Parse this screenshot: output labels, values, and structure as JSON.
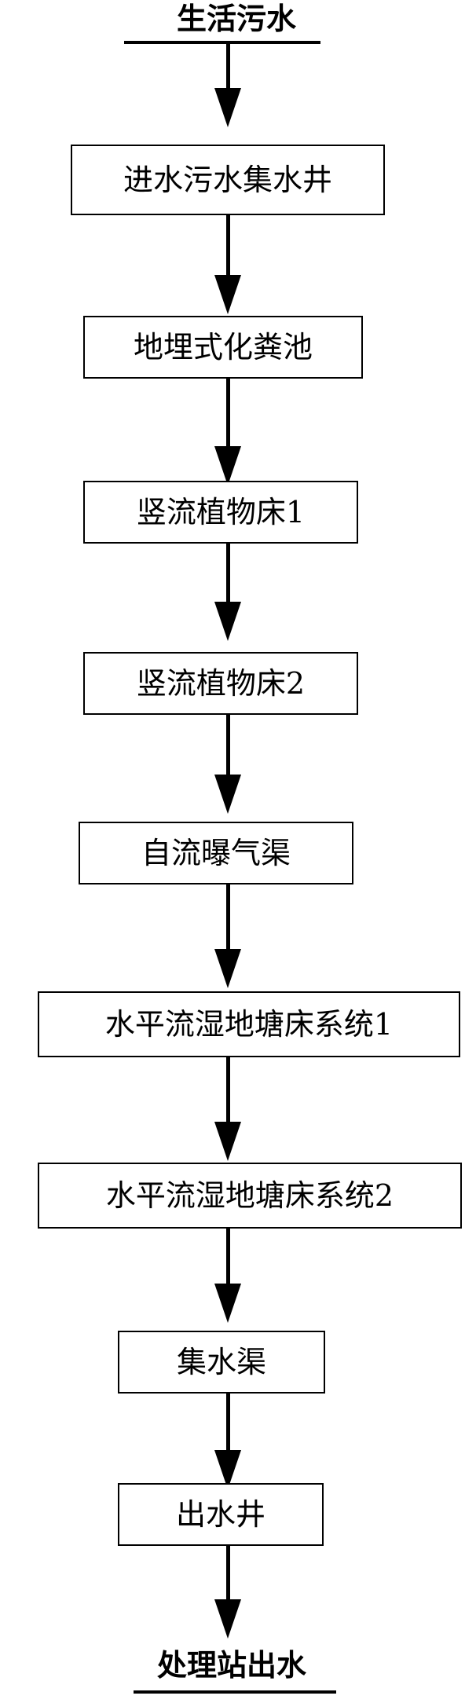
{
  "diagram": {
    "input": "生活污水",
    "steps": [
      "进水污水集水井",
      "地埋式化粪池",
      "竖流植物床1",
      "竖流植物床2",
      "自流曝气渠",
      "水平流湿地塘床系统1",
      "水平流湿地塘床系统2",
      "集水渠",
      "出水井"
    ],
    "output": "处理站出水"
  }
}
